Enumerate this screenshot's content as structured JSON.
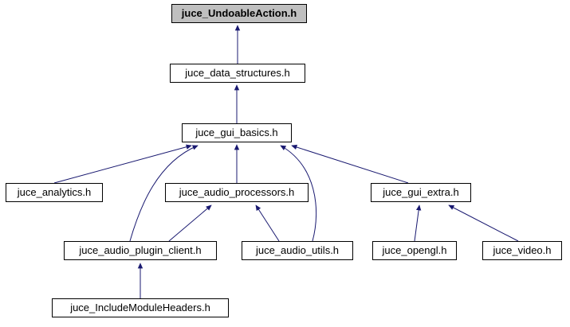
{
  "diagram": {
    "title": "juce_UndoableAction.h include dependency graph",
    "type": "include-dependency-graph",
    "background": "#ffffff",
    "edge_color": "#191970",
    "node_border_color": "#000000",
    "highlight_fill": "#bfbfbf",
    "nodes": [
      {
        "label": "juce_UndoableAction.h",
        "highlighted": true
      },
      {
        "label": "juce_data_structures.h",
        "highlighted": false
      },
      {
        "label": "juce_gui_basics.h",
        "highlighted": false
      },
      {
        "label": "juce_analytics.h",
        "highlighted": false
      },
      {
        "label": "juce_audio_processors.h",
        "highlighted": false
      },
      {
        "label": "juce_gui_extra.h",
        "highlighted": false
      },
      {
        "label": "juce_audio_plugin_client.h",
        "highlighted": false
      },
      {
        "label": "juce_audio_utils.h",
        "highlighted": false
      },
      {
        "label": "juce_opengl.h",
        "highlighted": false
      },
      {
        "label": "juce_video.h",
        "highlighted": false
      },
      {
        "label": "juce_IncludeModuleHeaders.h",
        "highlighted": false
      }
    ],
    "edges": [
      {
        "from": "juce_data_structures.h",
        "to": "juce_UndoableAction.h"
      },
      {
        "from": "juce_gui_basics.h",
        "to": "juce_data_structures.h"
      },
      {
        "from": "juce_analytics.h",
        "to": "juce_gui_basics.h"
      },
      {
        "from": "juce_audio_processors.h",
        "to": "juce_gui_basics.h"
      },
      {
        "from": "juce_audio_plugin_client.h",
        "to": "juce_gui_basics.h"
      },
      {
        "from": "juce_audio_utils.h",
        "to": "juce_gui_basics.h"
      },
      {
        "from": "juce_gui_extra.h",
        "to": "juce_gui_basics.h"
      },
      {
        "from": "juce_audio_plugin_client.h",
        "to": "juce_audio_processors.h"
      },
      {
        "from": "juce_audio_utils.h",
        "to": "juce_audio_processors.h"
      },
      {
        "from": "juce_opengl.h",
        "to": "juce_gui_extra.h"
      },
      {
        "from": "juce_video.h",
        "to": "juce_gui_extra.h"
      },
      {
        "from": "juce_IncludeModuleHeaders.h",
        "to": "juce_audio_plugin_client.h"
      }
    ]
  }
}
